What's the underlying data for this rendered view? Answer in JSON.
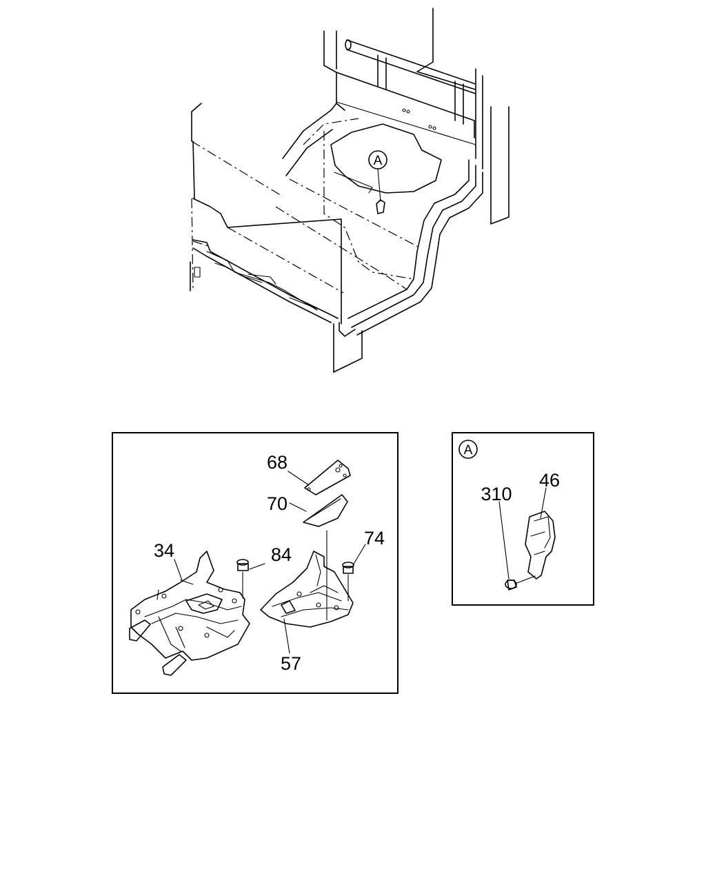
{
  "overview": {
    "detail_marker": "A"
  },
  "exploded_view": {
    "callouts": [
      "68",
      "70",
      "34",
      "84",
      "74",
      "57"
    ]
  },
  "detail_view": {
    "marker": "A",
    "callouts": [
      "310",
      "46"
    ]
  },
  "colors": {
    "line": "#000000",
    "background": "#ffffff"
  }
}
